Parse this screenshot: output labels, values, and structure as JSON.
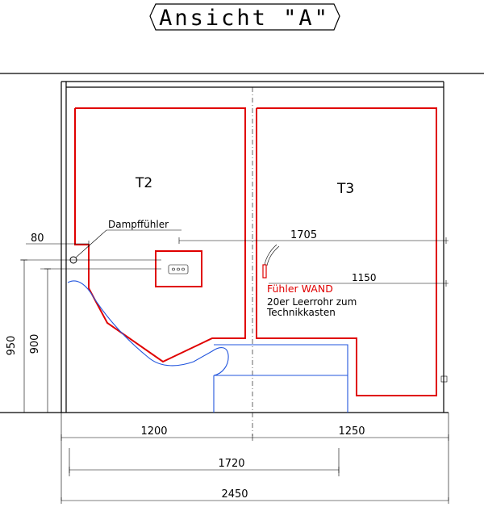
{
  "title": "Ansicht \"A\"",
  "panels": {
    "t2": "T2",
    "t3": "T3"
  },
  "labels": {
    "sensor": "Dampffühler",
    "wall_sensor": "Fühler WAND",
    "conduit_line1": "20er Leerrohr zum",
    "conduit_line2": "Technikkasten"
  },
  "dimensions": {
    "d80": "80",
    "d1705": "1705",
    "d1150": "1150",
    "d950": "950",
    "d900": "900",
    "d1200": "1200",
    "d1250": "1250",
    "d1720": "1720",
    "d2450": "2450"
  },
  "colors": {
    "heater": "#e00000",
    "bench": "#2255dd",
    "line": "#000000"
  }
}
